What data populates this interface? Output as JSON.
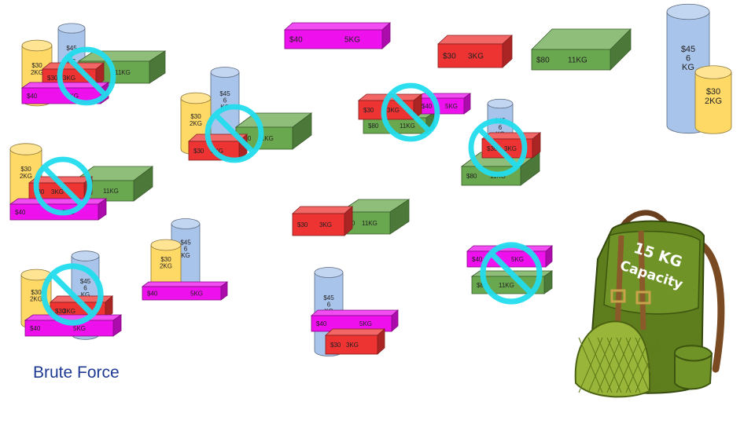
{
  "caption": "Brute Force",
  "backpack": {
    "line1": "15 KG",
    "line2": "Capacity"
  },
  "items": {
    "blue": {
      "value": "$45",
      "weight_part1": "6",
      "weight_part2": "KG"
    },
    "yellow": {
      "value": "$30",
      "weight": "2KG"
    },
    "magenta": {
      "value": "$40",
      "weight": "5KG"
    },
    "red": {
      "value": "$30",
      "weight": "3KG"
    },
    "green": {
      "value": "$80",
      "weight": "11KG"
    }
  },
  "colors": {
    "blue": "#A9C4EB",
    "yellow": "#FFD966",
    "magenta": "#EE11EE",
    "red": "#EE3333",
    "green": "#6AA84F",
    "forbidden": "#22DDEE",
    "caption": "#1F3A93"
  }
}
